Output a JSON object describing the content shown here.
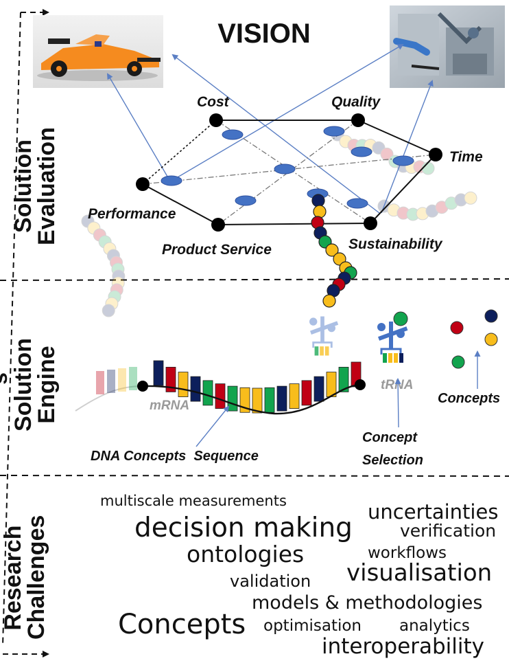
{
  "title": "VISION",
  "sections": {
    "evaluation": [
      "Solution",
      "Evaluation"
    ],
    "engine": [
      "Solution",
      "Engine"
    ],
    "challenges": [
      "Research",
      "Challenges"
    ],
    "engine_edge_letter": "s"
  },
  "evaluation": {
    "nodes": {
      "cost": "Cost",
      "quality": "Quality",
      "time": "Time",
      "performance": "Performance",
      "product_service": "Product Service",
      "sustainability": "Sustainability"
    }
  },
  "engine": {
    "mrna": "mRNA",
    "trna": "tRNA",
    "concepts": "Concepts",
    "dna_sequence": "DNA Concepts  Sequence",
    "concept_selection": [
      "Concept",
      "Selection"
    ]
  },
  "challenges": [
    "multiscale measurements",
    "uncertainties",
    "decision making",
    "verification",
    "ontologies",
    "workflows",
    "validation",
    "visualisation",
    "models & methodologies",
    "Concepts",
    "optimisation",
    "analytics",
    "interoperability"
  ],
  "colors": {
    "navy": "#0d1f5c",
    "red": "#c00014",
    "green": "#12a44e",
    "yellow": "#f8bd1c",
    "ellipse": "#4472c4",
    "arrow": "#5b7fc4",
    "trna": "#8faadc"
  },
  "icons": [
    "race-car-photo",
    "factory-robot-photo",
    "trna-icon"
  ]
}
